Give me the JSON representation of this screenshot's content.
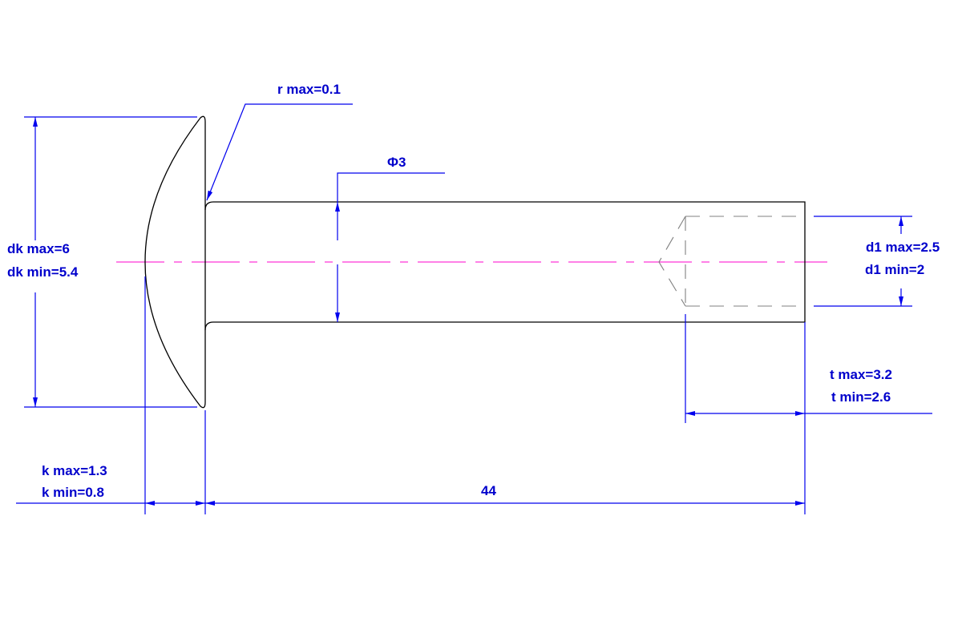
{
  "colors": {
    "part": "#000000",
    "dimension": "#0000ee",
    "centerline": "#ff00cc",
    "hidden": "#808080",
    "background": "#ffffff"
  },
  "labels": {
    "r": "r max=0.1",
    "diameter": "Φ3",
    "dk_max": "dk max=6",
    "dk_min": "dk min=5.4",
    "d1_max": "d1 max=2.5",
    "d1_min": "d1 min=2",
    "t_max": "t max=3.2",
    "t_min": "t min=2.6",
    "k_max": "k max=1.3",
    "k_min": "k min=0.8",
    "length": "44"
  }
}
